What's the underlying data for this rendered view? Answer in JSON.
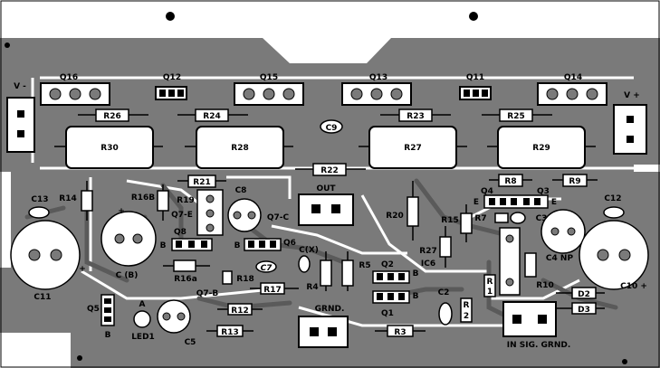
{
  "colors": {
    "copper": "#7a7a7a",
    "board": "#ffffff",
    "component_fill": "#ffffff",
    "component_outline": "#000000"
  },
  "labels": {
    "Q16": "Q16",
    "Q12": "Q12",
    "Q15": "Q15",
    "Q13": "Q13",
    "Q11": "Q11",
    "Q14": "Q14",
    "V_minus": "V -",
    "V_plus": "V +",
    "R26": "R26",
    "R24": "R24",
    "R23": "R23",
    "R25": "R25",
    "C9": "C9",
    "R30": "R30",
    "R28": "R28",
    "R27_big": "R27",
    "R29": "R29",
    "R22": "R22",
    "R21": "R21",
    "R8": "R8",
    "R9": "R9",
    "C13": "C13",
    "R14": "R14",
    "R16B": "R16B",
    "R19": "R19",
    "Q7E": "Q7-E",
    "C8": "C8",
    "Q7C": "Q7-C",
    "OUT": "OUT",
    "R20": "R20",
    "Q4": "Q4",
    "Q3": "Q3",
    "E_left": "E",
    "E_right": "E",
    "R7": "R7",
    "C3": "C3",
    "C12": "C12",
    "R15": "R15",
    "C_plus_left": "+",
    "C_plus_mid": "+",
    "B_q8": "B",
    "Q8": "Q8",
    "B_q6": "B",
    "Q6": "Q6",
    "CX": "C(X)",
    "R27_small": "R27",
    "IC6": "IC6",
    "C4NP": "C4 NP",
    "C11": "C11",
    "CB": "C (B)",
    "R16a": "R16a",
    "C7": "C7",
    "R18": "R18",
    "R4": "R4",
    "R5": "R5",
    "Q2": "Q2",
    "B_q2": "B",
    "R1": "R",
    "R1_num": "1",
    "R10": "R10",
    "D2": "D2",
    "C10plus": "C10 +",
    "Q5": "Q5",
    "A": "A",
    "Q7B": "Q7-B",
    "R17": "R17",
    "R12": "R12",
    "GRND": "GRND.",
    "Q1": "Q1",
    "B_q1": "B",
    "C2": "C2",
    "R2": "R",
    "R2_num": "2",
    "D3": "D3",
    "B_q5": "B",
    "LED1": "LED1",
    "C5": "C5",
    "R13": "R13",
    "R3": "R3",
    "IN_SIG_GRND": "IN  SIG. GRND."
  }
}
